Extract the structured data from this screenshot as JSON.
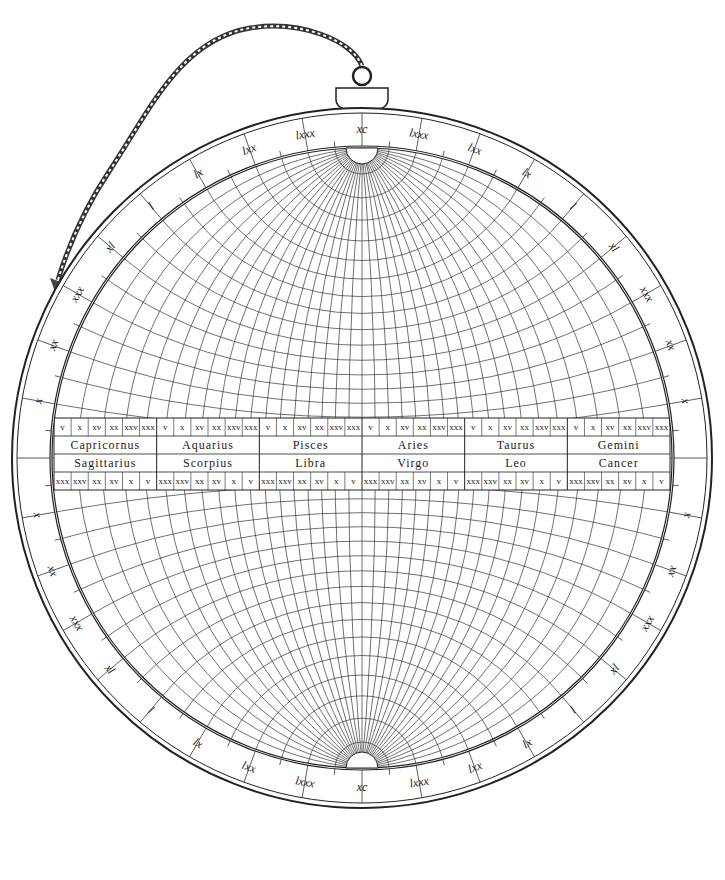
{
  "diagram": {
    "labels": [
      "x",
      "xx",
      "xxx",
      "xl",
      "l",
      "lx",
      "lxx",
      "lxxx",
      "xc",
      "lxxx",
      "lxx",
      "lx",
      "l",
      "xl",
      "xxx",
      "xx",
      "x",
      "x",
      "xx",
      "xxx",
      "xl",
      "l",
      "lx",
      "lxx",
      "lxxx",
      "xc",
      "lxxx",
      "lxx",
      "lx",
      "l",
      "xl",
      "xxx",
      "xx",
      "x",
      "v",
      "x",
      "xv",
      "xx",
      "xxv",
      "xxx",
      "v",
      "x",
      "xv",
      "xx",
      "xxv",
      "xxx",
      "v",
      "x",
      "xv",
      "xx",
      "xxv",
      "xxx",
      "v",
      "x",
      "xv",
      "xx",
      "xxv",
      "xxx",
      "v",
      "x",
      "xv",
      "xx",
      "xxv",
      "xxx",
      "v",
      "x",
      "xv",
      "xx",
      "xxv",
      "xxx",
      "Capricornus",
      "Aquarius",
      "Pisces",
      "Aries",
      "Taurus",
      "Gemini",
      "Sagittarius",
      "Scorpius",
      "Libra",
      "Virgo",
      "Leo",
      "Cancer",
      "xxx",
      "xxv",
      "xx",
      "xv",
      "x",
      "v",
      "xxx",
      "xxv",
      "xx",
      "xv",
      "x",
      "v",
      "xxx",
      "xxv",
      "xx",
      "xv",
      "x",
      "v",
      "xxx",
      "xxv",
      "xx",
      "xv",
      "x",
      "v",
      "xxx",
      "xxv",
      "xx",
      "xv",
      "x",
      "v",
      "xxx",
      "xxv",
      "xx",
      "xv",
      "x",
      "v"
    ]
  }
}
